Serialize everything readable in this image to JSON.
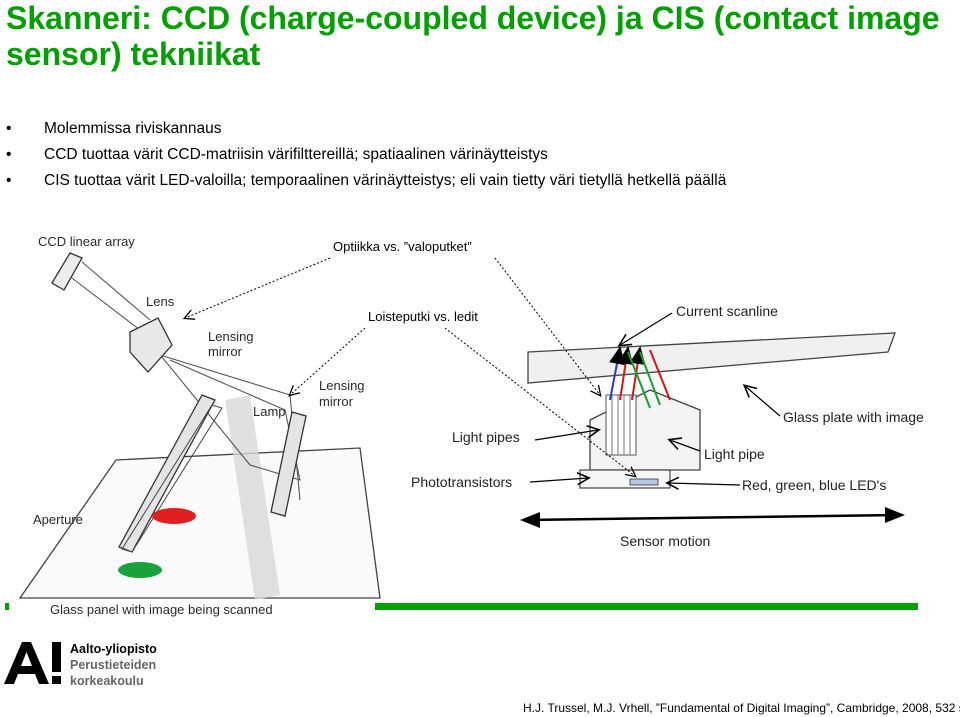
{
  "title": "Skanneri: CCD (charge-coupled device) ja CIS (contact image sensor) tekniikat",
  "bullets": [
    "Molemmissa riviskannaus",
    "CCD tuottaa värit CCD-matriisin värifilttereillä; spatiaalinen värinäytteistys",
    "CIS tuottaa värit LED-valoilla; temporaalinen värinäytteistys; eli vain tietty väri tietyllä hetkellä päällä"
  ],
  "bullet_symbol": "•",
  "ccd_diagram": {
    "ccd_linear_array": "CCD linear array",
    "lens": "Lens",
    "lensing_mirror_1": [
      "Lensing",
      "mirror"
    ],
    "lensing_mirror_2": [
      "Lensing",
      "mirror"
    ],
    "lamp": "Lamp",
    "aperture": "Aperture",
    "glass_panel": "Glass panel with image being scanned"
  },
  "cis_diagram": {
    "current_scanline": "Current scanline",
    "glass_plate": "Glass plate with image",
    "light_pipes": "Light pipes",
    "light_pipe": "Light pipe",
    "phototransistors": "Phototransistors",
    "leds": "Red, green, blue LED's",
    "sensor_motion": "Sensor motion"
  },
  "callouts": {
    "optics": "Optiikka vs. ”valoputket”",
    "lamps": "Loisteputki vs. ledit"
  },
  "logo": {
    "line1": "Aalto-yliopisto",
    "line2": "Perustieteiden",
    "line3": "korkeakoulu"
  },
  "credit": "H.J. Trussel, M.J. Vrhell, ”Fundamental of Digital Imaging”, Cambridge, 2008, 532 s.",
  "colors": {
    "title": "#00a000",
    "accent_bar": "#00a000"
  }
}
